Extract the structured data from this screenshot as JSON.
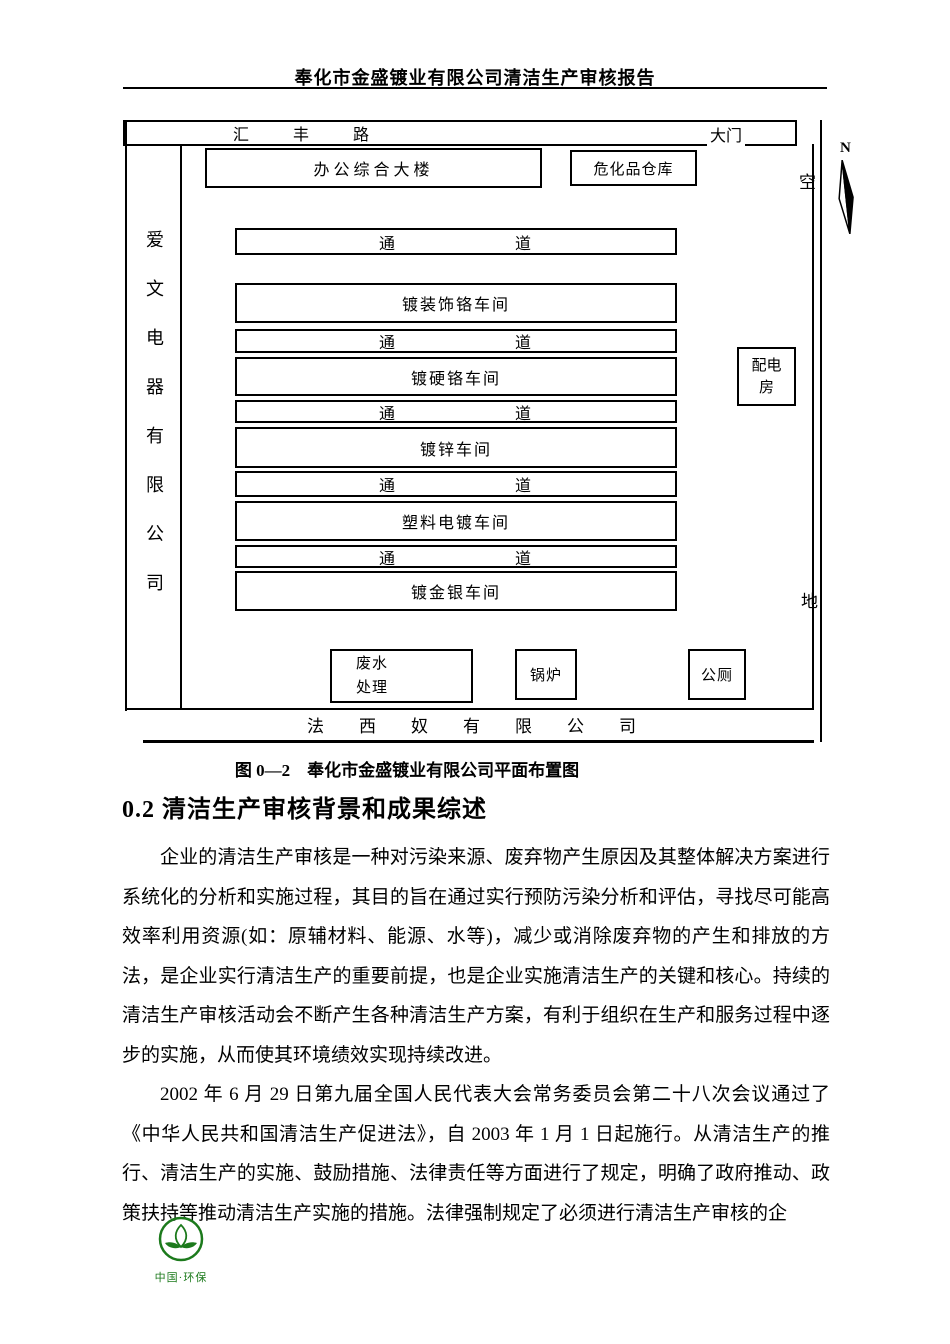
{
  "header": {
    "title": "奉化市金盛镀业有限公司清洁生产审核报告"
  },
  "diagram": {
    "road": [
      "汇",
      "丰",
      "路"
    ],
    "gate_label": "大门",
    "compass_label": "N",
    "open_space_top": "空",
    "open_space_bottom": "地",
    "left_neighbor": "爱文电器有限公司",
    "office_building": "办公综合大楼",
    "hazmat_warehouse": "危化品仓库",
    "passage": [
      "通",
      "道"
    ],
    "workshops": [
      "镀装饰铬车间",
      "镀硬铬车间",
      "镀锌车间",
      "塑料电镀车间",
      "镀金银车间"
    ],
    "power_room_line1": "配电",
    "power_room_line2": "房",
    "wastewater_line1": "废水",
    "wastewater_line2": "处理",
    "boiler": "锅炉",
    "toilet": "公厕",
    "bottom_neighbor": "法西奴有限公司"
  },
  "caption": {
    "text": "图 0—2　奉化市金盛镀业有限公司平面布置图"
  },
  "section": {
    "heading": "0.2 清洁生产审核背景和成果综述",
    "paragraphs": [
      "企业的清洁生产审核是一种对污染来源、废弃物产生原因及其整体解决方案进行系统化的分析和实施过程，其目的旨在通过实行预防污染分析和评估，寻找尽可能高效率利用资源(如：原辅材料、能源、水等)，减少或消除废弃物的产生和排放的方法，是企业实行清洁生产的重要前提，也是企业实施清洁生产的关键和核心。持续的清洁生产审核活动会不断产生各种清洁生产方案，有利于组织在生产和服务过程中逐步的实施，从而使其环境绩效实现持续改进。",
      "2002 年 6 月 29 日第九届全国人民代表大会常务委员会第二十八次会议通过了《中华人民共和国清洁生产促进法》，自 2003 年 1 月 1 日起施行。从清洁生产的推行、清洁生产的实施、鼓励措施、法律责任等方面进行了规定，明确了政府推动、政策扶持等推动清洁生产实施的措施。法律强制规定了必须进行清洁生产审核的企"
    ]
  },
  "logo": {
    "caption": "中国·环保",
    "color": "#1c7a1c"
  }
}
